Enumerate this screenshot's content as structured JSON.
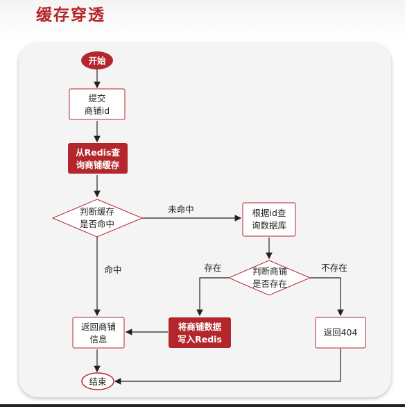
{
  "title": "缓存穿透",
  "colors": {
    "accent": "#b3262b",
    "box_border": "#b3262b",
    "arrow": "#222222"
  },
  "nodes": {
    "start": "开始",
    "submit": [
      "提交",
      "商铺id"
    ],
    "query_redis": [
      "从Redis查",
      "询商铺缓存"
    ],
    "decision_hit": [
      "判断缓存",
      "是否命中"
    ],
    "query_db": [
      "根据id查",
      "询数据库"
    ],
    "decision_exist": [
      "判断商铺",
      "是否存在"
    ],
    "write_redis": [
      "将商铺数据",
      "写入Redis"
    ],
    "return_404": "返回404",
    "return_shop": [
      "返回商铺",
      "信息"
    ],
    "end": "结束"
  },
  "edges": {
    "miss": "未命中",
    "hit": "命中",
    "exists": "存在",
    "not_exists": "不存在"
  }
}
